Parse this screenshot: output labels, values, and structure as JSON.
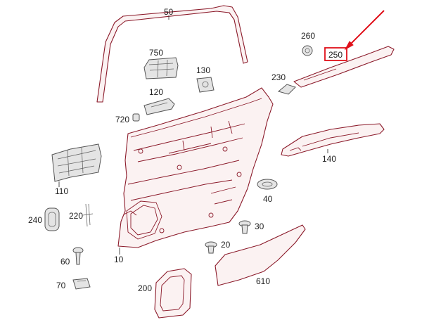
{
  "diagram": {
    "callouts": {
      "c10": "10",
      "c20": "20",
      "c30": "30",
      "c40": "40",
      "c50": "50",
      "c60": "60",
      "c70": "70",
      "c110": "110",
      "c120": "120",
      "c130": "130",
      "c140": "140",
      "c200": "200",
      "c220": "220",
      "c230": "230",
      "c240": "240",
      "c250": "250",
      "c260": "260",
      "c610": "610",
      "c720": "720",
      "c750": "750"
    },
    "highlighted_part": "250",
    "colors": {
      "line_art": "#8b1a2a",
      "highlight": "#e0101a",
      "text": "#222222"
    }
  }
}
